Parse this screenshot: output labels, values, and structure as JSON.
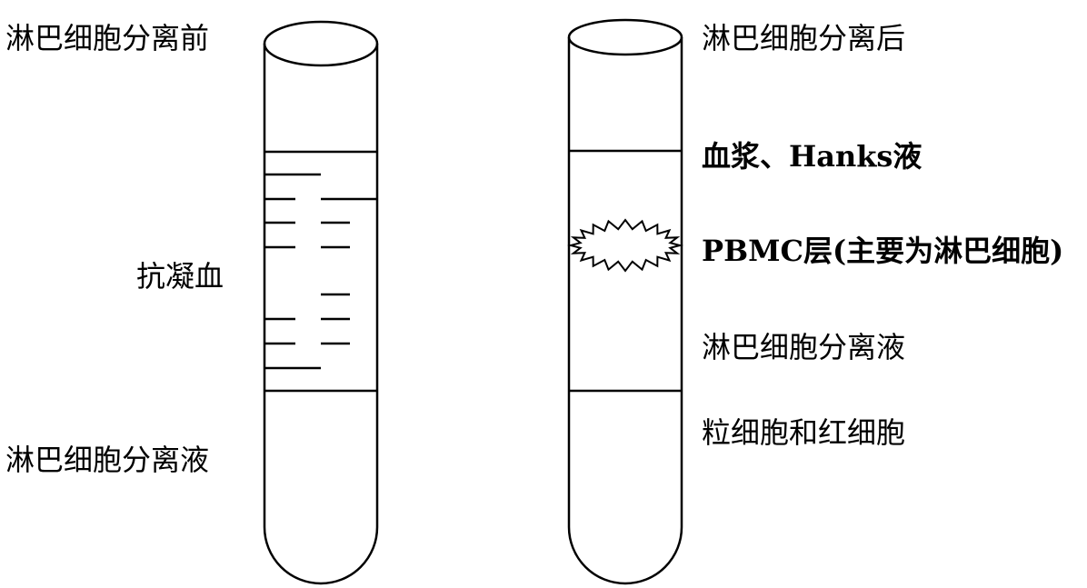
{
  "left_tube": {
    "title": "淋巴细胞分离前",
    "upper_layer_label": "抗凝血",
    "lower_layer_label": "淋巴细胞分离液"
  },
  "right_tube": {
    "title": "淋巴细胞分离后",
    "top_layer_label": "血浆、Hanks液",
    "band_label": "PBMC层(主要为淋巴细胞)",
    "middle_layer_label": "淋巴细胞分离液",
    "bottom_layer_label": "粒细胞和红细胞"
  }
}
